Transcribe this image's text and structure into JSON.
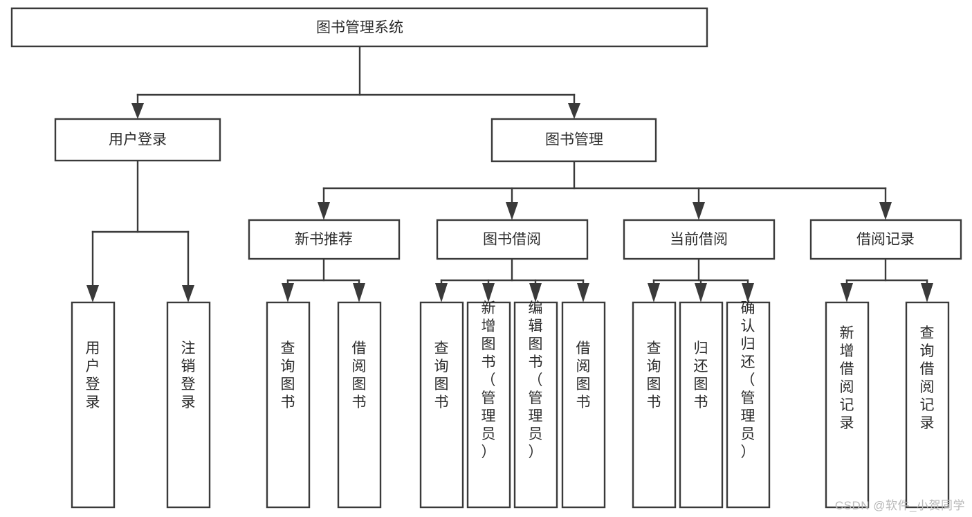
{
  "diagram": {
    "title": "图书管理系统",
    "watermark": "CSDN @软件_小贺同学",
    "root": {
      "id": "root",
      "label": "图书管理系统"
    },
    "level2": [
      {
        "id": "user-login",
        "label": "用户登录"
      },
      {
        "id": "book-manage",
        "label": "图书管理"
      }
    ],
    "level3": [
      {
        "id": "new-book-rec",
        "label": "新书推荐",
        "parent": "book-manage"
      },
      {
        "id": "book-borrow",
        "label": "图书借阅",
        "parent": "book-manage"
      },
      {
        "id": "current-borrow",
        "label": "当前借阅",
        "parent": "book-manage"
      },
      {
        "id": "borrow-record",
        "label": "借阅记录",
        "parent": "book-manage"
      }
    ],
    "leaves": [
      {
        "id": "leaf-user-login",
        "label": "用户登录",
        "parent": "user-login"
      },
      {
        "id": "leaf-logout-login",
        "label": "注销登录",
        "parent": "user-login"
      },
      {
        "id": "leaf-query-book-1",
        "label": "查询图书",
        "parent": "new-book-rec"
      },
      {
        "id": "leaf-borrow-book-1",
        "label": "借阅图书",
        "parent": "new-book-rec"
      },
      {
        "id": "leaf-query-book-2",
        "label": "查询图书",
        "parent": "book-borrow"
      },
      {
        "id": "leaf-add-book",
        "label": "新增图书（管理员）",
        "parent": "book-borrow"
      },
      {
        "id": "leaf-edit-book",
        "label": "编辑图书（管理员）",
        "parent": "book-borrow"
      },
      {
        "id": "leaf-borrow-book-2",
        "label": "借阅图书",
        "parent": "book-borrow"
      },
      {
        "id": "leaf-query-book-3",
        "label": "查询图书",
        "parent": "current-borrow"
      },
      {
        "id": "leaf-return-book",
        "label": "归还图书",
        "parent": "current-borrow"
      },
      {
        "id": "leaf-confirm-return",
        "label": "确认归还（管理员）",
        "parent": "current-borrow"
      },
      {
        "id": "leaf-add-record",
        "label": "新增借阅记录",
        "parent": "borrow-record"
      },
      {
        "id": "leaf-query-record",
        "label": "查询借阅记录",
        "parent": "borrow-record"
      }
    ],
    "colors": {
      "stroke": "#3a3a3a",
      "fill": "#ffffff",
      "text": "#2b2b2b",
      "watermark": "#b9b9b9"
    }
  }
}
